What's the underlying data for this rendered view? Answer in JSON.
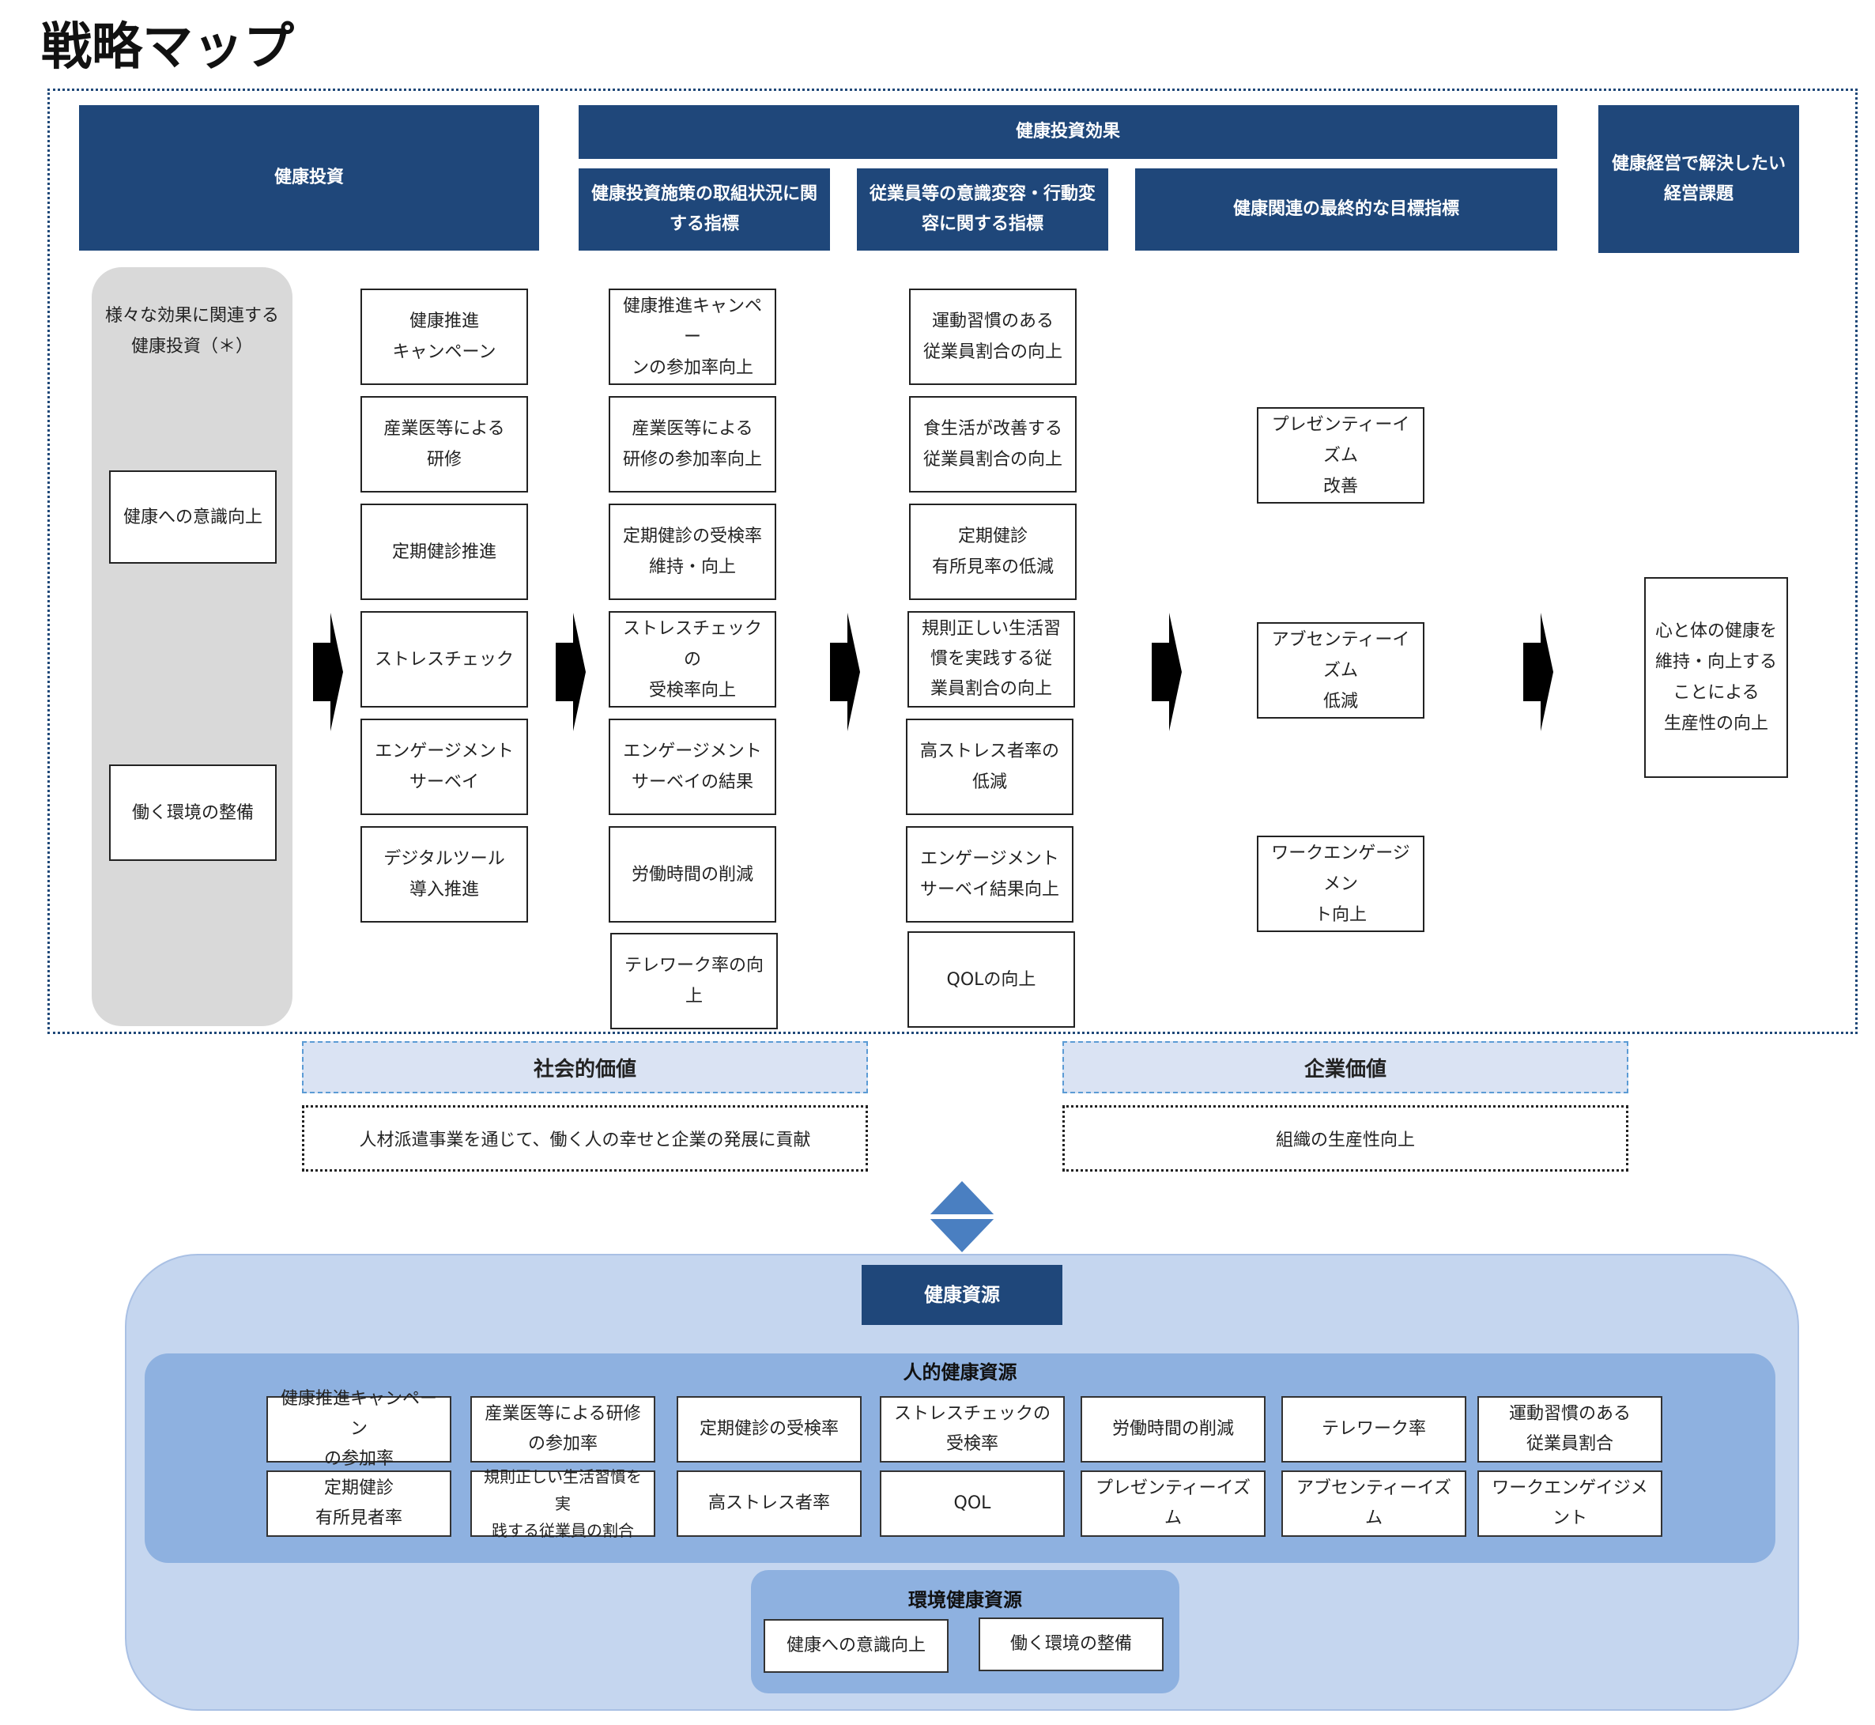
{
  "title": "戦略マップ",
  "header": {
    "investment": "健康投資",
    "effect": "健康投資効果",
    "effect_sub1": "健康投資施策の取組状況に関する指標",
    "effect_sub2": "従業員等の意識変容・行動変容に関する指標",
    "effect_sub3": "健康関連の最終的な目標指標",
    "issue": "健康経営で解決したい経営課題"
  },
  "investment_group": {
    "label": "様々な効果に関連する\n健康投資（＊）",
    "items": [
      "健康への意識向上",
      "働く環境の整備"
    ]
  },
  "measures": [
    "健康推進\nキャンペーン",
    "産業医等による\n研修",
    "定期健診推進",
    "ストレスチェック",
    "エンゲージメント\nサーベイ",
    "デジタルツール\n導入推進"
  ],
  "indicators": [
    "健康推進キャンペー\nンの参加率向上",
    "産業医等による\n研修の参加率向上",
    "定期健診の受検率\n維持・向上",
    "ストレスチェックの\n受検率向上",
    "エンゲージメント\nサーベイの結果",
    "労働時間の削減",
    "テレワーク率の向上"
  ],
  "behavior": [
    "運動習慣のある\n従業員割合の向上",
    "食生活が改善する\n従業員割合の向上",
    "定期健診\n有所見率の低減",
    "規則正しい生活習\n慣を実践する従\n業員割合の向上",
    "高ストレス者率の\n低減",
    "エンゲージメント\nサーベイ結果向上",
    "QOLの向上"
  ],
  "goals": [
    "プレゼンティーイズム\n改善",
    "アブセンティーイズム\n低減",
    "ワークエンゲージメン\nト向上"
  ],
  "issue_box": "心と体の健康を\n維持・向上する\nことによる\n生産性の向上",
  "social_value": {
    "label": "社会的価値",
    "text": "人材派遣事業を通じて、働く人の幸せと企業の発展に貢献"
  },
  "corporate_value": {
    "label": "企業価値",
    "text": "組織の生産性向上"
  },
  "resources": {
    "title": "健康資源",
    "human_title": "人的健康資源",
    "human_row1": [
      "健康推進キャンペーン\nの参加率",
      "産業医等による研修\nの参加率",
      "定期健診の受検率",
      "ストレスチェックの\n受検率",
      "労働時間の削減",
      "テレワーク率",
      "運動習慣のある\n従業員割合"
    ],
    "human_row2": [
      "定期健診\n有所見者率",
      "規則正しい生活習慣を実\n践する従業員の割合",
      "高ストレス者率",
      "QOL",
      "プレゼンティーイズム",
      "アブセンティーイズム",
      "ワークエンゲイジメント"
    ],
    "env_title": "環境健康資源",
    "env_items": [
      "健康への意識向上",
      "働く環境の整備"
    ]
  },
  "colors": {
    "navy": "#1f477a",
    "light_blue": "#c5d6ef",
    "mid_blue": "#8eb1e0",
    "diamond": "#4a7fc1"
  }
}
